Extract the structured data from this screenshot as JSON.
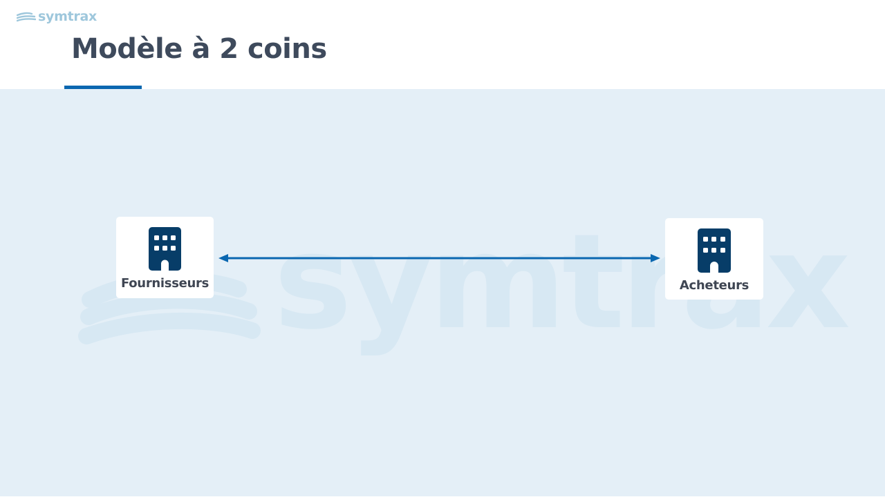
{
  "logo": {
    "text": "symtrax",
    "icon": "waves-logo-icon"
  },
  "slide": {
    "title": "Modèle à 2 coins"
  },
  "watermark": {
    "text": "symtrax"
  },
  "nodes": {
    "supplier": {
      "label": "Fournisseurs",
      "icon": "building-icon"
    },
    "buyer": {
      "label": "Acheteurs",
      "icon": "building-icon"
    }
  },
  "connector": {
    "type": "bidirectional-arrow",
    "color": "#0a67b0"
  },
  "colors": {
    "title": "#3e4a5c",
    "accent": "#0a67b0",
    "icon": "#073d68",
    "canvas_bg": "#e4eff7",
    "logo": "#9ec7dc"
  }
}
